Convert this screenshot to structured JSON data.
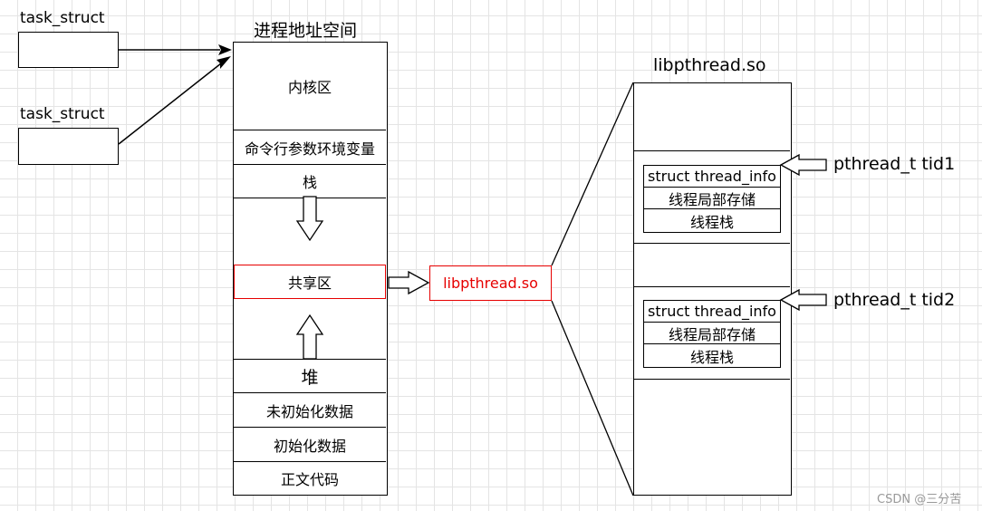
{
  "task_structs": [
    "task_struct",
    "task_struct"
  ],
  "address_space": {
    "title": "进程地址空间",
    "kernel": "内核区",
    "args_env": "命令行参数环境变量",
    "stack": "栈",
    "shared": "共享区",
    "heap": "堆",
    "bss": "未初始化数据",
    "data": "初始化数据",
    "text": "正文代码"
  },
  "shared_lib_label": "libpthread.so",
  "lib_detail": {
    "title": "libpthread.so",
    "threads": [
      {
        "info": "struct thread_info",
        "tls": "线程局部存储",
        "stack": "线程栈",
        "tid_label": "pthread_t tid1"
      },
      {
        "info": "struct thread_info",
        "tls": "线程局部存储",
        "stack": "线程栈",
        "tid_label": "pthread_t tid2"
      }
    ]
  },
  "watermark": "CSDN @三分苦",
  "colors": {
    "shared_border": "#e60000",
    "grid": "#e4e4e4"
  }
}
